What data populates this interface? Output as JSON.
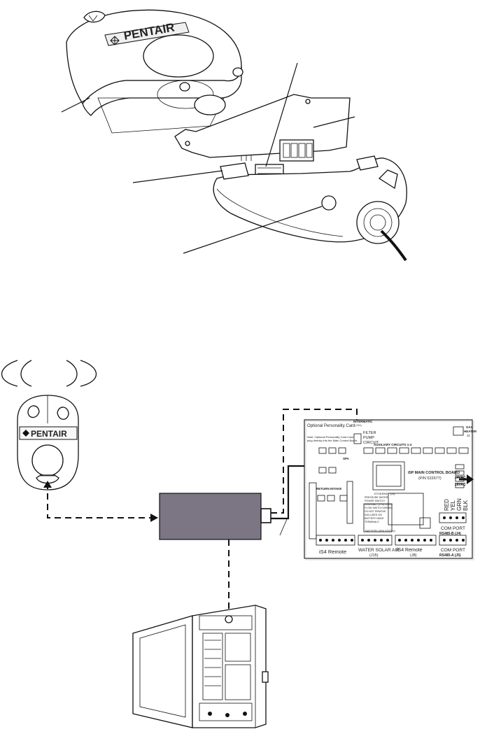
{
  "brand": {
    "logo_text": "PENTAIR"
  },
  "control_board": {
    "personality_card_title": "Optional Personality Card",
    "personality_card_note_line1": "Note: Optional Personality Card must",
    "personality_card_note_line2": "plug directly into the Main Control Board",
    "intermatic_label": "INTERMATIC",
    "intermatic_sub": "(J11)",
    "filter_line1": "FILTER",
    "filter_line2": "PUMP",
    "filter_line3": "CIRCUIT",
    "aux_label": "AUXILIARY CIRCUITS 1-4",
    "gas_heater_line1": "GAS",
    "gas_heater_line2": "HEATER",
    "gas_heater_line3": "J2",
    "spa_label": "SPA",
    "return_intake_label": "RETURN INTAKE",
    "board_name": "i5P MAIN CONTROL BOARD",
    "part_number": "(P/N 522677)",
    "ethernet_label": "ETHERNET (J3)",
    "battery_label": "BATTERY (P/N 520251)",
    "wire_colors": [
      "RED",
      "YEL",
      "GRN",
      "BLK"
    ],
    "com_port_b_line1": "COM PORT",
    "com_port_b_line2": "RS485-B (J4)",
    "com_port_a_line1": "COM PORT",
    "com_port_a_line2": "RS485-A (J5)",
    "vac_24": "24VAC",
    "vac_16": "16VAC",
    "is4_remote_left": "iS4 Remote",
    "sensor_labels": "WATER SOLAR AIR",
    "sensor_sub": "(J15)",
    "is4_remote_mid": "iS4 Remote",
    "is4_remote_mid_sub": "(J8)",
    "warning_lines": [
      "PRESSURE WATER",
      "POWER SWITCH",
      "ASSEMBLY (P/N) 520XX",
      "FLOW SWITCH WIRING",
      "DO NOT REMOVE",
      "INCLUDED ON",
      "BATTERY NEAR",
      "TERMINALS"
    ]
  },
  "colors": {
    "transceiver_box": "#7b7584",
    "line": "#111111"
  }
}
